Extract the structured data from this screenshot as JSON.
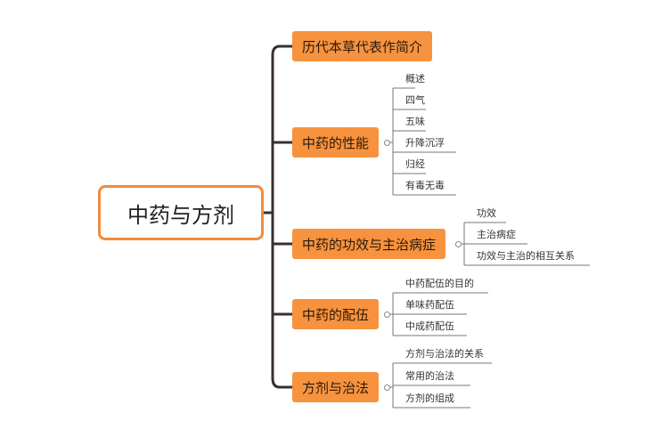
{
  "root": {
    "label": "中药与方剂"
  },
  "topics": [
    {
      "label": "历代本草代表作简介",
      "children": []
    },
    {
      "label": "中药的性能",
      "children": [
        "概述",
        "四气",
        "五味",
        "升降沉浮",
        "归经",
        "有毒无毒"
      ]
    },
    {
      "label": "中药的功效与主治病症",
      "children": [
        "功效",
        "主治病症",
        "功效与主治的相互关系"
      ]
    },
    {
      "label": "中药的配伍",
      "children": [
        "中药配伍的目的",
        "单味药配伍",
        "中成药配伍"
      ]
    },
    {
      "label": "方剂与治法",
      "children": [
        "方剂与治法的关系",
        "常用的治法",
        "方剂的组成"
      ]
    }
  ],
  "colors": {
    "topic_fill": "#f7923e",
    "root_border": "#f28b3c",
    "line": "#3a3030"
  }
}
